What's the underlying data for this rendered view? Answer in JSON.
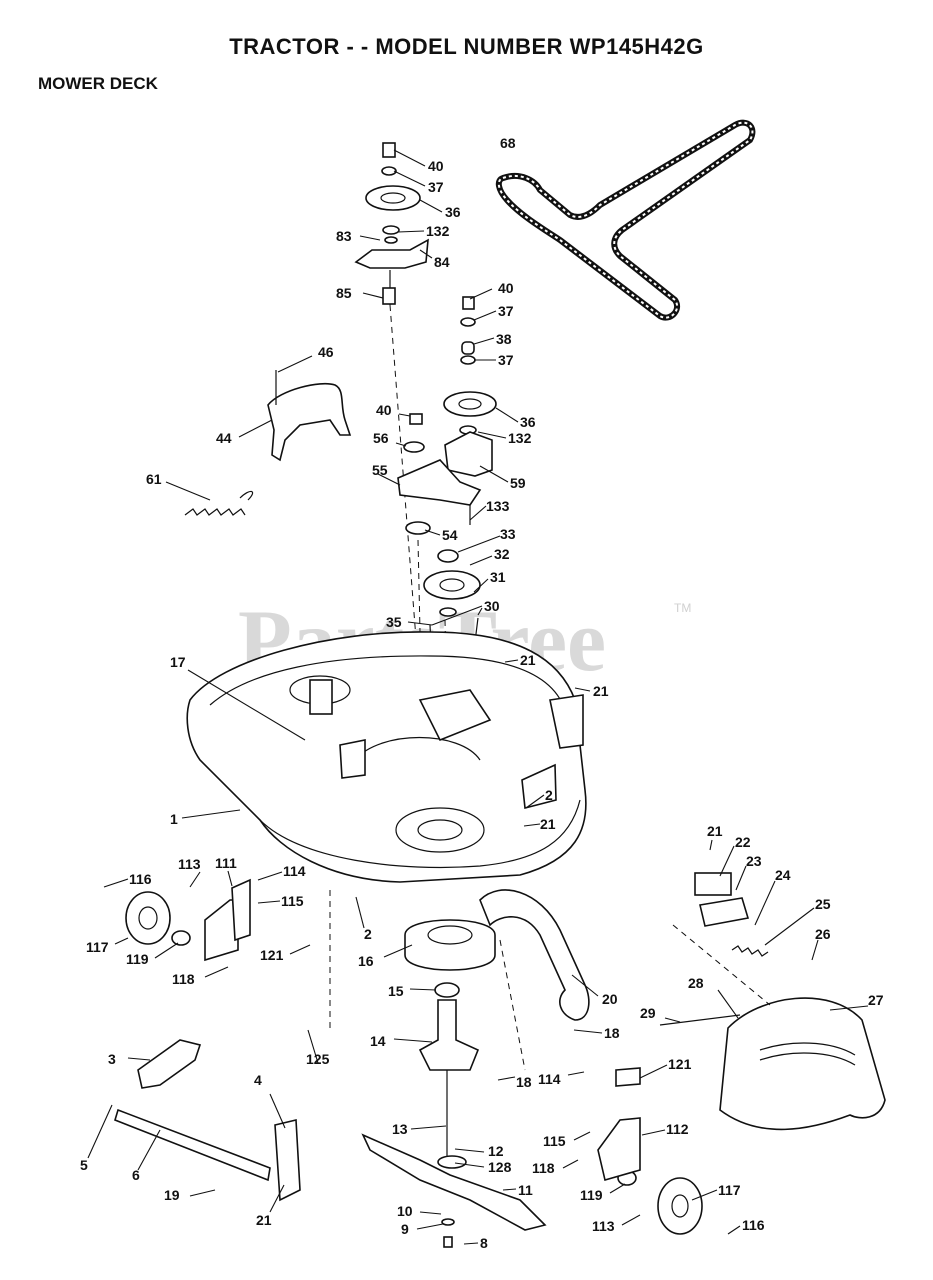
{
  "title": "TRACTOR - - MODEL NUMBER WP145H42G",
  "subtitle": "MOWER DECK",
  "watermark": "PartsTree",
  "watermark_tm": "TM",
  "callouts": [
    {
      "id": "c40a",
      "text": "40"
    },
    {
      "id": "c37a",
      "text": "37"
    },
    {
      "id": "c36a",
      "text": "36"
    },
    {
      "id": "c83",
      "text": "83"
    },
    {
      "id": "c132a",
      "text": "132"
    },
    {
      "id": "c84",
      "text": "84"
    },
    {
      "id": "c85",
      "text": "85"
    },
    {
      "id": "c68",
      "text": "68"
    },
    {
      "id": "c40b",
      "text": "40"
    },
    {
      "id": "c37b",
      "text": "37"
    },
    {
      "id": "c38",
      "text": "38"
    },
    {
      "id": "c37c",
      "text": "37"
    },
    {
      "id": "c46",
      "text": "46"
    },
    {
      "id": "c44",
      "text": "44"
    },
    {
      "id": "c40c",
      "text": "40"
    },
    {
      "id": "c56",
      "text": "56"
    },
    {
      "id": "c36b",
      "text": "36"
    },
    {
      "id": "c132b",
      "text": "132"
    },
    {
      "id": "c55",
      "text": "55"
    },
    {
      "id": "c59",
      "text": "59"
    },
    {
      "id": "c61",
      "text": "61"
    },
    {
      "id": "c133",
      "text": "133"
    },
    {
      "id": "c54",
      "text": "54"
    },
    {
      "id": "c33",
      "text": "33"
    },
    {
      "id": "c32",
      "text": "32"
    },
    {
      "id": "c31",
      "text": "31"
    },
    {
      "id": "c30",
      "text": "30"
    },
    {
      "id": "c35",
      "text": "35"
    },
    {
      "id": "c17",
      "text": "17"
    },
    {
      "id": "c21a",
      "text": "21"
    },
    {
      "id": "c21b",
      "text": "21"
    },
    {
      "id": "c1",
      "text": "1"
    },
    {
      "id": "c2a",
      "text": "2"
    },
    {
      "id": "c21c",
      "text": "21"
    },
    {
      "id": "c21d",
      "text": "21"
    },
    {
      "id": "c22",
      "text": "22"
    },
    {
      "id": "c23",
      "text": "23"
    },
    {
      "id": "c24",
      "text": "24"
    },
    {
      "id": "c25",
      "text": "25"
    },
    {
      "id": "c26",
      "text": "26"
    },
    {
      "id": "c27",
      "text": "27"
    },
    {
      "id": "c28",
      "text": "28"
    },
    {
      "id": "c29",
      "text": "29"
    },
    {
      "id": "c116a",
      "text": "116"
    },
    {
      "id": "c113a",
      "text": "113"
    },
    {
      "id": "c111",
      "text": "111"
    },
    {
      "id": "c114a",
      "text": "114"
    },
    {
      "id": "c115a",
      "text": "115"
    },
    {
      "id": "c117a",
      "text": "117"
    },
    {
      "id": "c119a",
      "text": "119"
    },
    {
      "id": "c121a",
      "text": "121"
    },
    {
      "id": "c118a",
      "text": "118"
    },
    {
      "id": "c2b",
      "text": "2"
    },
    {
      "id": "c16",
      "text": "16"
    },
    {
      "id": "c15",
      "text": "15"
    },
    {
      "id": "c20",
      "text": "20"
    },
    {
      "id": "c14",
      "text": "14"
    },
    {
      "id": "c18a",
      "text": "18"
    },
    {
      "id": "c18b",
      "text": "18"
    },
    {
      "id": "c114b",
      "text": "114"
    },
    {
      "id": "c121b",
      "text": "121"
    },
    {
      "id": "c3",
      "text": "3"
    },
    {
      "id": "c125",
      "text": "125"
    },
    {
      "id": "c4",
      "text": "4"
    },
    {
      "id": "c5",
      "text": "5"
    },
    {
      "id": "c6",
      "text": "6"
    },
    {
      "id": "c13",
      "text": "13"
    },
    {
      "id": "c12",
      "text": "12"
    },
    {
      "id": "c128",
      "text": "128"
    },
    {
      "id": "c11",
      "text": "11"
    },
    {
      "id": "c115b",
      "text": "115"
    },
    {
      "id": "c112",
      "text": "112"
    },
    {
      "id": "c118b",
      "text": "118"
    },
    {
      "id": "c19",
      "text": "19"
    },
    {
      "id": "c21e",
      "text": "21"
    },
    {
      "id": "c10",
      "text": "10"
    },
    {
      "id": "c9",
      "text": "9"
    },
    {
      "id": "c8",
      "text": "8"
    },
    {
      "id": "c119b",
      "text": "119"
    },
    {
      "id": "c117b",
      "text": "117"
    },
    {
      "id": "c113b",
      "text": "113"
    },
    {
      "id": "c116b",
      "text": "116"
    }
  ]
}
